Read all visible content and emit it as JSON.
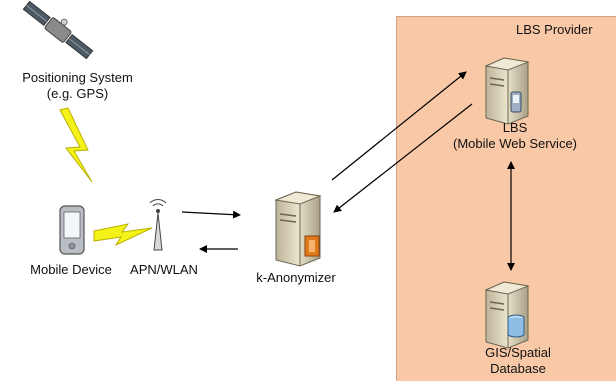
{
  "diagram": {
    "provider_label": "LBS Provider",
    "nodes": {
      "positioning": {
        "line1": "Positioning System",
        "line2": "(e.g. GPS)",
        "icon": "satellite-icon"
      },
      "lbs": {
        "line1": "LBS",
        "line2": "(Mobile Web Service)",
        "icon": "server-icon"
      },
      "mobile": {
        "label": "Mobile Device",
        "icon": "mobile-device-icon"
      },
      "apn": {
        "label": "APN/WLAN",
        "icon": "antenna-icon"
      },
      "anonymizer": {
        "label": "k-Anonymizer",
        "icon": "server-icon"
      },
      "gis": {
        "line1": "GIS/Spatial",
        "line2": "Database",
        "icon": "database-server-icon"
      }
    },
    "colors": {
      "provider_fill": "#f9c9a7",
      "lightning": "#f5f21a",
      "server_body": "#d8d1b8",
      "arrow": "#000000"
    }
  }
}
